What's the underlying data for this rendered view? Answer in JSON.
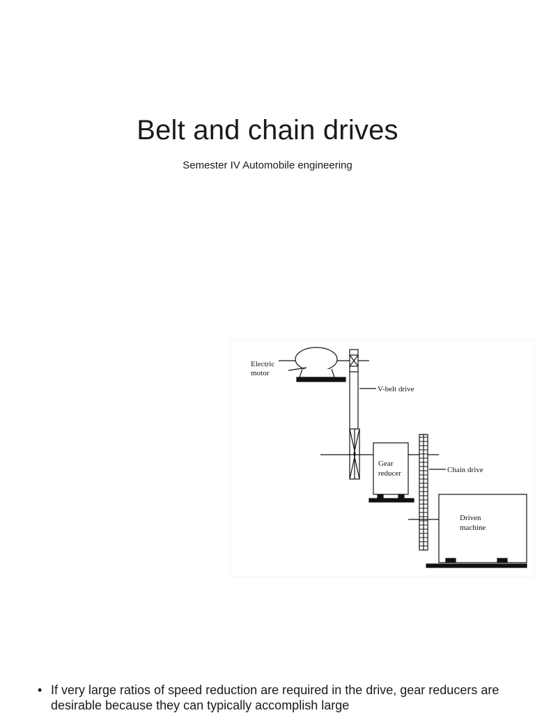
{
  "slide": {
    "title": "Belt and chain drives",
    "subtitle": "Semester IV Automobile engineering"
  },
  "diagram": {
    "labels": {
      "electric_motor_line1": "Electric",
      "electric_motor_line2": "motor",
      "v_belt_drive": "V-belt drive",
      "gear_reducer_line1": "Gear",
      "gear_reducer_line2": "reducer",
      "chain_drive": "Chain drive",
      "driven_machine_line1": "Driven",
      "driven_machine_line2": "machine"
    }
  },
  "body": {
    "bullet_marker": "•",
    "bullet_text": "If very large ratios of speed reduction are required in the drive, gear reducers are desirable because they can typically accomplish large"
  }
}
